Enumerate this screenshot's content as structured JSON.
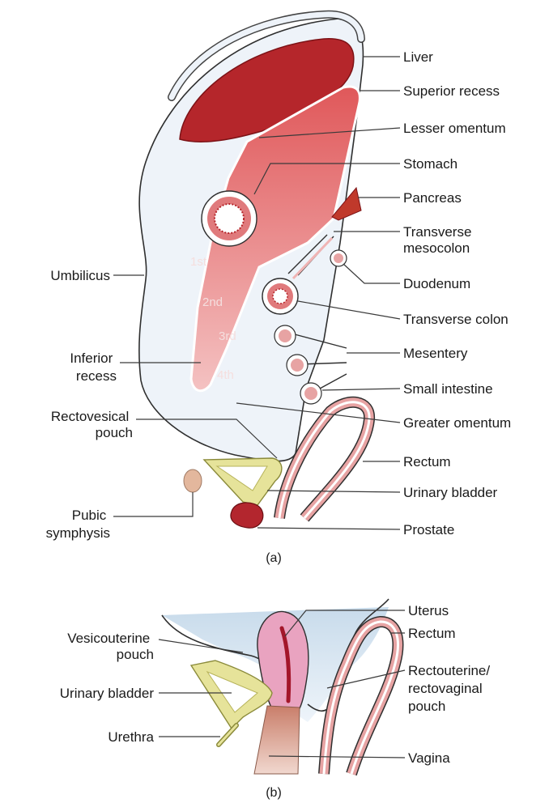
{
  "panel_a": {
    "caption": "(a)",
    "right_labels": [
      {
        "key": "liver",
        "lines": [
          "Liver"
        ]
      },
      {
        "key": "superior-recess",
        "lines": [
          "Superior recess"
        ]
      },
      {
        "key": "lesser-omentum",
        "lines": [
          "Lesser omentum"
        ]
      },
      {
        "key": "stomach",
        "lines": [
          "Stomach"
        ]
      },
      {
        "key": "pancreas",
        "lines": [
          "Pancreas"
        ]
      },
      {
        "key": "transverse-mesocolon",
        "lines": [
          "Transverse",
          "mesocolon"
        ]
      },
      {
        "key": "duodenum",
        "lines": [
          "Duodenum"
        ]
      },
      {
        "key": "transverse-colon",
        "lines": [
          "Transverse colon"
        ]
      },
      {
        "key": "mesentery",
        "lines": [
          "Mesentery"
        ]
      },
      {
        "key": "small-intestine",
        "lines": [
          "Small intestine"
        ]
      },
      {
        "key": "greater-omentum",
        "lines": [
          "Greater omentum"
        ]
      },
      {
        "key": "rectum",
        "lines": [
          "Rectum"
        ]
      },
      {
        "key": "urinary-bladder",
        "lines": [
          "Urinary bladder"
        ]
      },
      {
        "key": "prostate",
        "lines": [
          "Prostate"
        ]
      }
    ],
    "left_labels": [
      {
        "key": "umbilicus",
        "lines": [
          "Umbilicus"
        ]
      },
      {
        "key": "inferior-recess",
        "lines": [
          "Inferior",
          "recess"
        ]
      },
      {
        "key": "rectovesical-pouch",
        "lines": [
          "Rectovesical",
          "pouch"
        ]
      },
      {
        "key": "pubic-symphysis",
        "lines": [
          "Pubic",
          "symphysis"
        ]
      }
    ],
    "omentum_layers": [
      "1st",
      "2nd",
      "3rd",
      "4th"
    ]
  },
  "panel_b": {
    "caption": "(b)",
    "right_labels": [
      {
        "key": "uterus",
        "lines": [
          "Uterus"
        ]
      },
      {
        "key": "rectum",
        "lines": [
          "Rectum"
        ]
      },
      {
        "key": "rectouterine-pouch",
        "lines": [
          "Rectouterine/",
          "rectovaginal",
          "pouch"
        ]
      },
      {
        "key": "vagina",
        "lines": [
          "Vagina"
        ]
      }
    ],
    "left_labels": [
      {
        "key": "vesicouterine-pouch",
        "lines": [
          "Vesicouterine",
          "pouch"
        ]
      },
      {
        "key": "urinary-bladder",
        "lines": [
          "Urinary bladder"
        ]
      },
      {
        "key": "urethra",
        "lines": [
          "Urethra"
        ]
      }
    ]
  },
  "colors": {
    "peritoneum_fill": "#eef3f9",
    "peritoneum_line": "#2f2f2f",
    "liver": "#b5262b",
    "sac_pink": "#ec8d8d",
    "organ_red": "#b3262e",
    "bladder_yellow": "#e6e39a",
    "tube_pink": "#e7a3a3",
    "pubic": "#e3b79d",
    "peritoneal_blue": "#cfe0ee"
  }
}
